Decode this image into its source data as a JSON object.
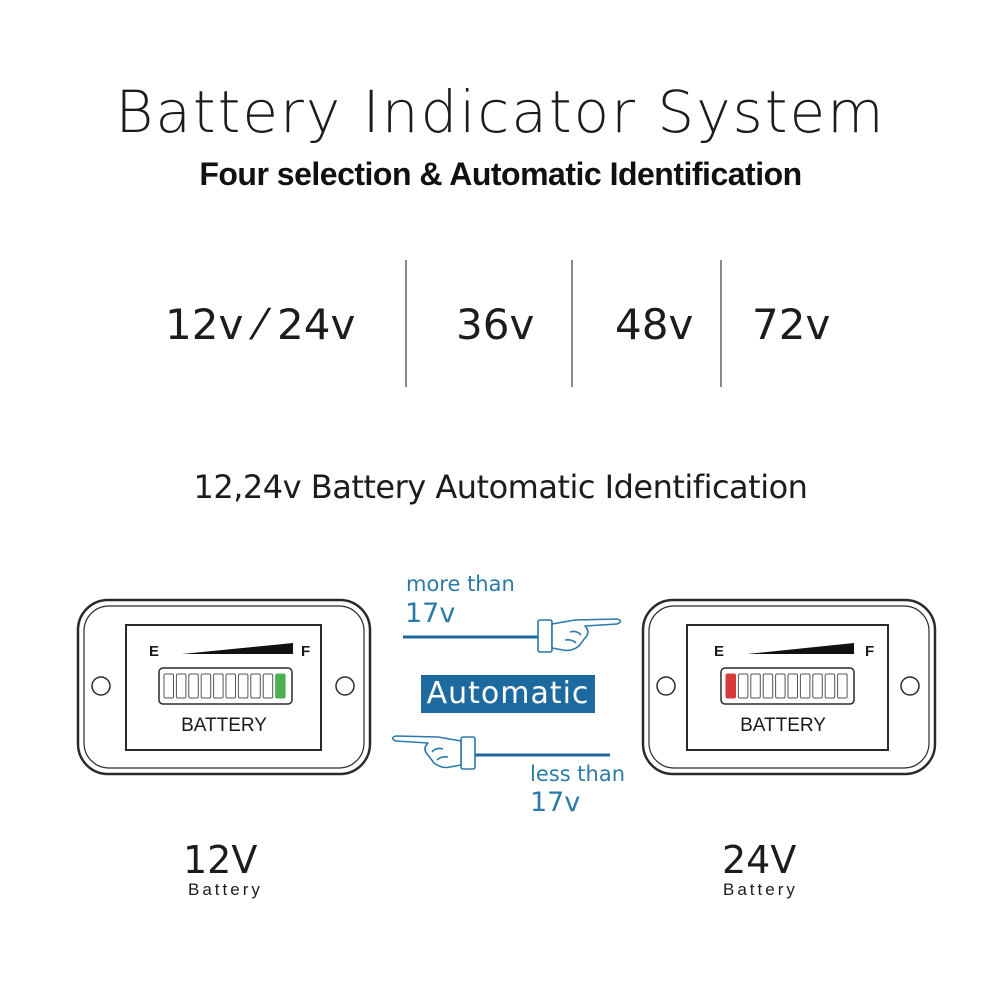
{
  "title": "Battery Indicator System",
  "subtitle": "Four selection & Automatic Identification",
  "voltage_options": [
    "12v  ⁄  24v",
    "36v",
    "48v",
    "72v"
  ],
  "section_heading": "12,24v Battery Automatic Identification",
  "meter": {
    "empty_label": "E",
    "full_label": "F",
    "battery_label": "BATTERY",
    "segment_count": 10
  },
  "left_meter": {
    "lit_segment": 10,
    "lit_color": "#4caf50"
  },
  "right_meter": {
    "lit_segment": 1,
    "lit_color": "#d83a3a"
  },
  "top_arrow": {
    "line1": "more than",
    "line2": "17v"
  },
  "automatic_label": "Automatic",
  "bottom_arrow": {
    "line1": "less than",
    "line2": "17v"
  },
  "left_battery": {
    "voltage": "12V",
    "label": "Battery"
  },
  "right_battery": {
    "voltage": "24V",
    "label": "Battery"
  },
  "colors": {
    "accent_blue": "#1e6a9e",
    "text_blue": "#2b7aa8",
    "green": "#4caf50",
    "red": "#d83a3a"
  }
}
